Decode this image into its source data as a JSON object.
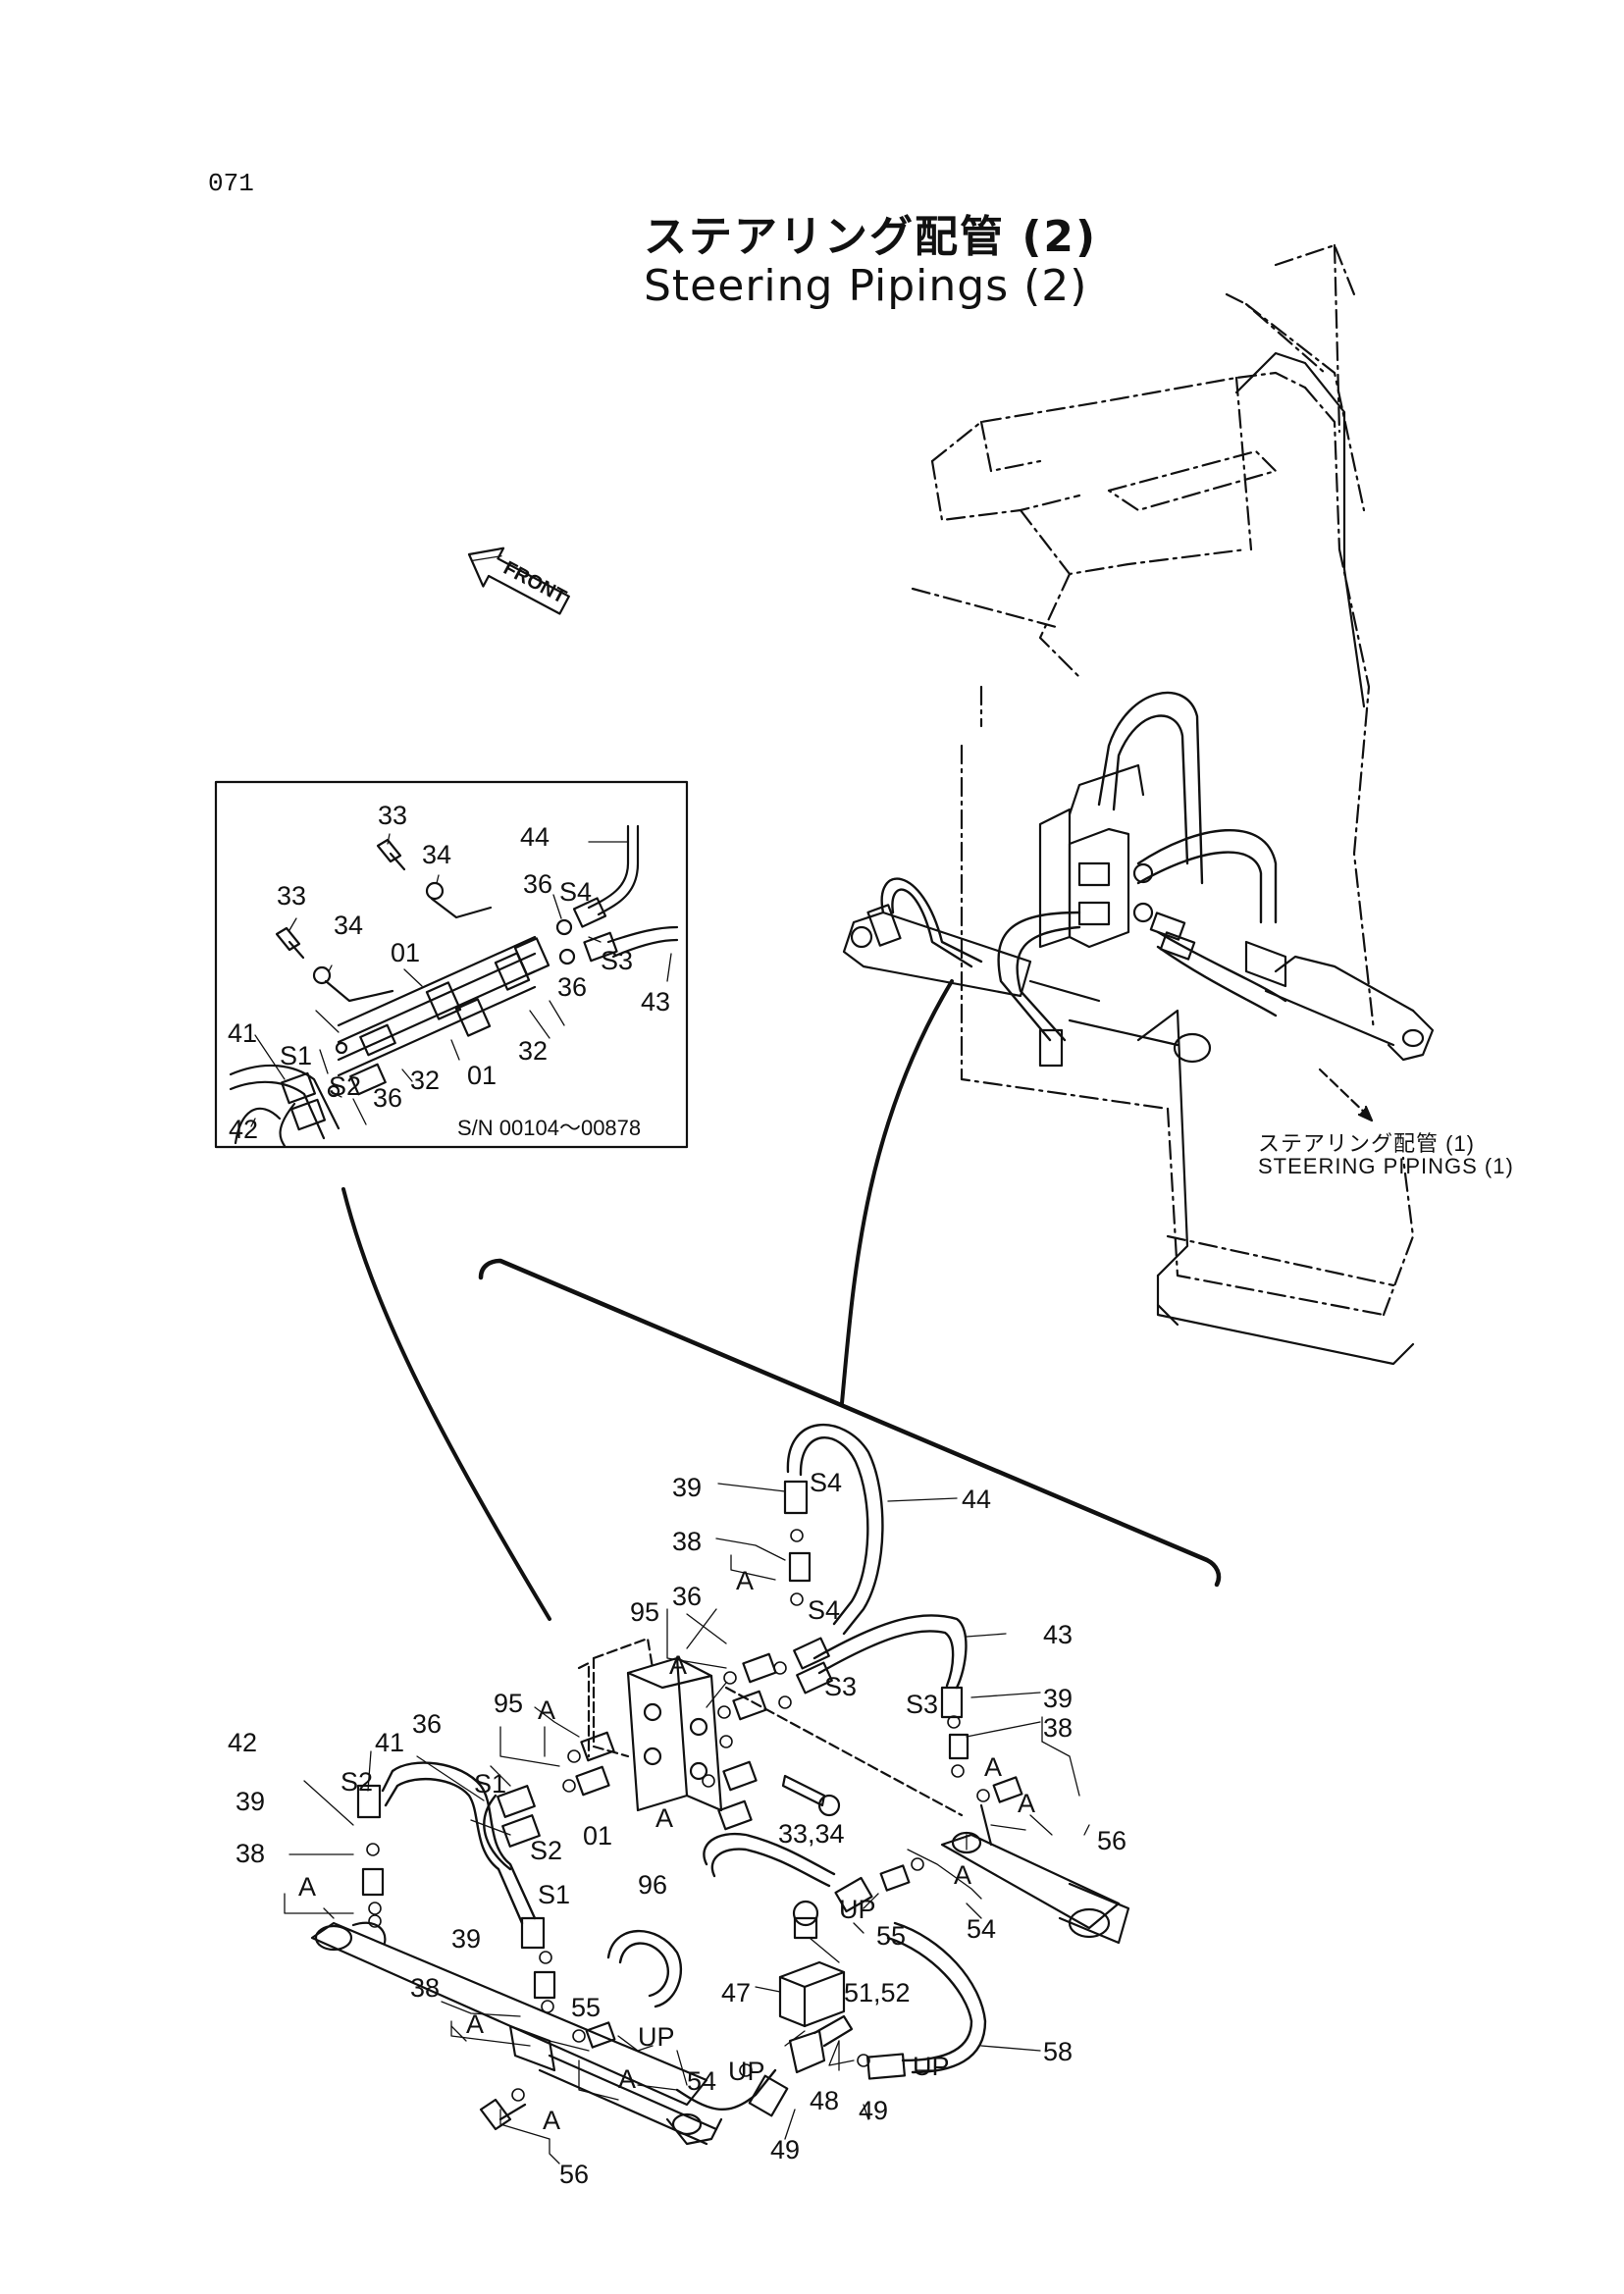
{
  "page_number": "071",
  "title_jp": "ステアリング配管 (2)",
  "title_en": "Steering Pipings (2)",
  "front_label": "FRONT",
  "cross_reference": {
    "jp": "ステアリング配管 (1)",
    "en": "STEERING PIPINGS (1)"
  },
  "inset": {
    "serial_range": "S/N  00104～00878",
    "callouts": [
      "33",
      "34",
      "33",
      "34",
      "44",
      "36",
      "S4",
      "S3",
      "43",
      "01",
      "36",
      "32",
      "01",
      "41",
      "S1",
      "S2",
      "36",
      "32",
      "42"
    ]
  },
  "main_callouts": [
    "39",
    "S4",
    "44",
    "38",
    "A",
    "S4",
    "36",
    "95",
    "A",
    "S3",
    "43",
    "S3",
    "39",
    "38",
    "A",
    "56",
    "A",
    "42",
    "95",
    "A",
    "41",
    "36",
    "S2",
    "S1",
    "S2",
    "01",
    "A",
    "96",
    "33,34",
    "39",
    "38",
    "A",
    "S1",
    "UP",
    "55",
    "54",
    "A",
    "39",
    "38",
    "A",
    "55",
    "UP",
    "47",
    "51,52",
    "58",
    "UP",
    "UP",
    "48",
    "49",
    "49",
    "54",
    "A",
    "A",
    "56"
  ]
}
